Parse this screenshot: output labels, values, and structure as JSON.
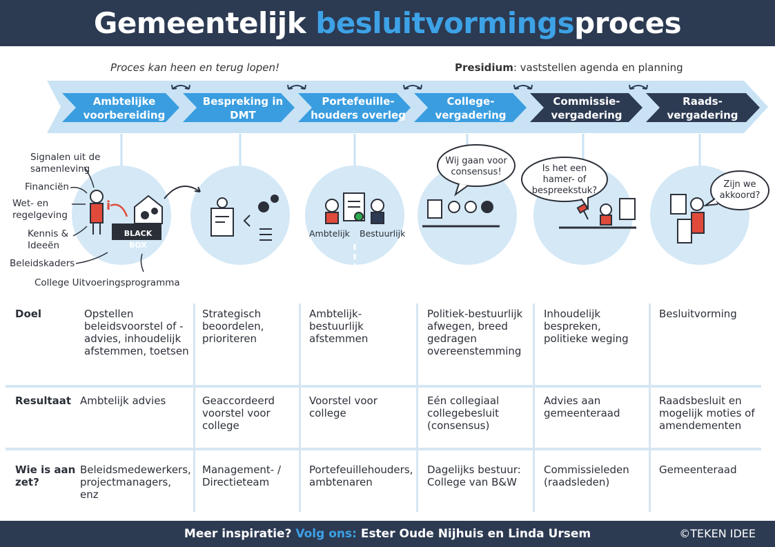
{
  "title": {
    "part1": "Gemeentelijk ",
    "part2": "besluitvormings",
    "part3": "proces"
  },
  "notes": {
    "left": "Proces kan heen en terug lopen!",
    "right_bold": "Presidium",
    "right_rest": ": vaststellen agenda en planning"
  },
  "stages": [
    {
      "line1": "Ambtelijke",
      "line2": "voorbereiding"
    },
    {
      "line1": "Bespreking in",
      "line2": "DMT"
    },
    {
      "line1": "Portefeuille-",
      "line2": "houders overleg"
    },
    {
      "line1": "College-",
      "line2": "vergadering"
    },
    {
      "line1": "Commissie-",
      "line2": "vergadering"
    },
    {
      "line1": "Raads-",
      "line2": "vergadering"
    }
  ],
  "colors": {
    "header": "#2c3a52",
    "accent": "#3da2e6",
    "stage_light": "#3a9de0",
    "stage_dark": "#2c3a52",
    "band": "#c9e3f5",
    "circle": "#d4e8f6"
  },
  "inputs": {
    "signalen": "Signalen uit de samenleving",
    "financien": "Financiën",
    "wetgeving": "Wet- en regelgeving",
    "kennis": "Kennis & Ideeën",
    "beleidskaders": "Beleidskaders",
    "college_programma": "College Uitvoeringsprogramma",
    "black_box": "BLACK BOX"
  },
  "illus_labels": {
    "ambtelijk": "Ambtelijk",
    "bestuurlijk": "Bestuurlijk"
  },
  "bubbles": {
    "consensus": "Wij gaan voor consensus!",
    "hamerstuk": "Is het een hamer- of bespreekstuk?",
    "akkoord": "Zijn we akkoord?"
  },
  "table": {
    "rows": [
      {
        "label": "Doel",
        "cells": [
          "Opstellen beleidsvoorstel of -advies, inhoudelijk afstemmen, toetsen",
          "Strategisch beoordelen, prioriteren",
          "Ambtelijk-bestuurlijk afstemmen",
          "Politiek-bestuurlijk afwegen, breed gedragen overeenstemming",
          "Inhoudelijk bespreken, politieke weging",
          "Besluitvorming"
        ]
      },
      {
        "label": "Resultaat",
        "cells": [
          "Ambtelijk advies",
          "Geaccordeerd voorstel voor college",
          "Voorstel voor college",
          "Eén collegiaal collegebesluit (consensus)",
          "Advies aan gemeenteraad",
          "Raadsbesluit en mogelijk moties of amendementen"
        ]
      },
      {
        "label": "Wie is aan zet?",
        "cells": [
          "Beleidsmedewerkers, projectmanagers, enz",
          "Management- / Directieteam",
          "Portefeuillehouders, ambtenaren",
          "Dagelijks bestuur: College van B&W",
          "Commissieleden (raadsleden)",
          "Gemeenteraad"
        ]
      }
    ]
  },
  "footer": {
    "part1": "Meer inspiratie? ",
    "part2": "Volg ons: ",
    "part3": "Ester Oude Nijhuis en Linda Ursem",
    "copyright": "©TEKEN IDEE"
  }
}
